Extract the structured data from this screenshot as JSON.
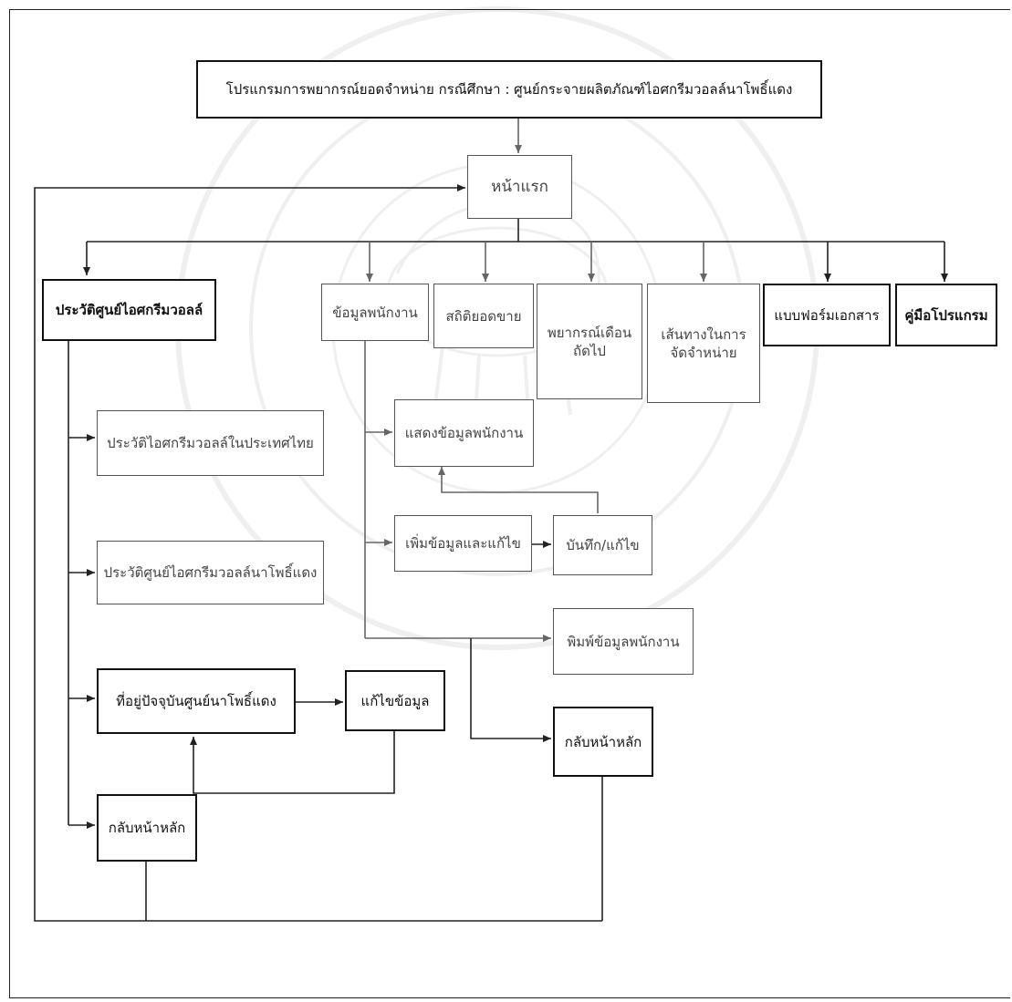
{
  "title": "โปรแกรมการพยากรณ์ยอดจำหน่าย กรณีศึกษา : ศูนย์กระจายผลิตภัณฑ์ไอศกรีมวอลล์นาโพธิ์แดง",
  "home": "หน้าแรก",
  "branches": {
    "history": "ประวัติศูนย์ไอศกรีมวอลล์",
    "employee_info": "ข้อมูลพนักงาน",
    "sales_stats": "สถิติยอดขาย",
    "forecast_next_month": "พยากรณ์เดือนถัดไป",
    "distribution_route": "เส้นทางในการจัดจำหน่าย",
    "document_forms": "แบบฟอร์มเอกสาร",
    "program_manual": "คู่มือโปรแกรม"
  },
  "history_items": {
    "ice_cream_history_thailand": "ประวัติไอศกรีมวอลล์ในประเทศไทย",
    "center_history": "ประวัติศูนย์ไอศกรีมวอลล์นาโพธิ์แดง",
    "current_address": "ที่อยู่ปัจจุบันศูนย์นาโพธิ์แดง",
    "edit_data": "แก้ไขข้อมูล",
    "back_home": "กลับหน้าหลัก"
  },
  "employee_items": {
    "show_employee": "แสดงข้อมูลพนักงาน",
    "add_edit": "เพิ่มข้อมูลและแก้ไข",
    "save_edit": "บันทึก/แก้ไข",
    "print_employee": "พิมพ์ข้อมูลพนักงาน",
    "back_home": "กลับหน้าหลัก"
  }
}
